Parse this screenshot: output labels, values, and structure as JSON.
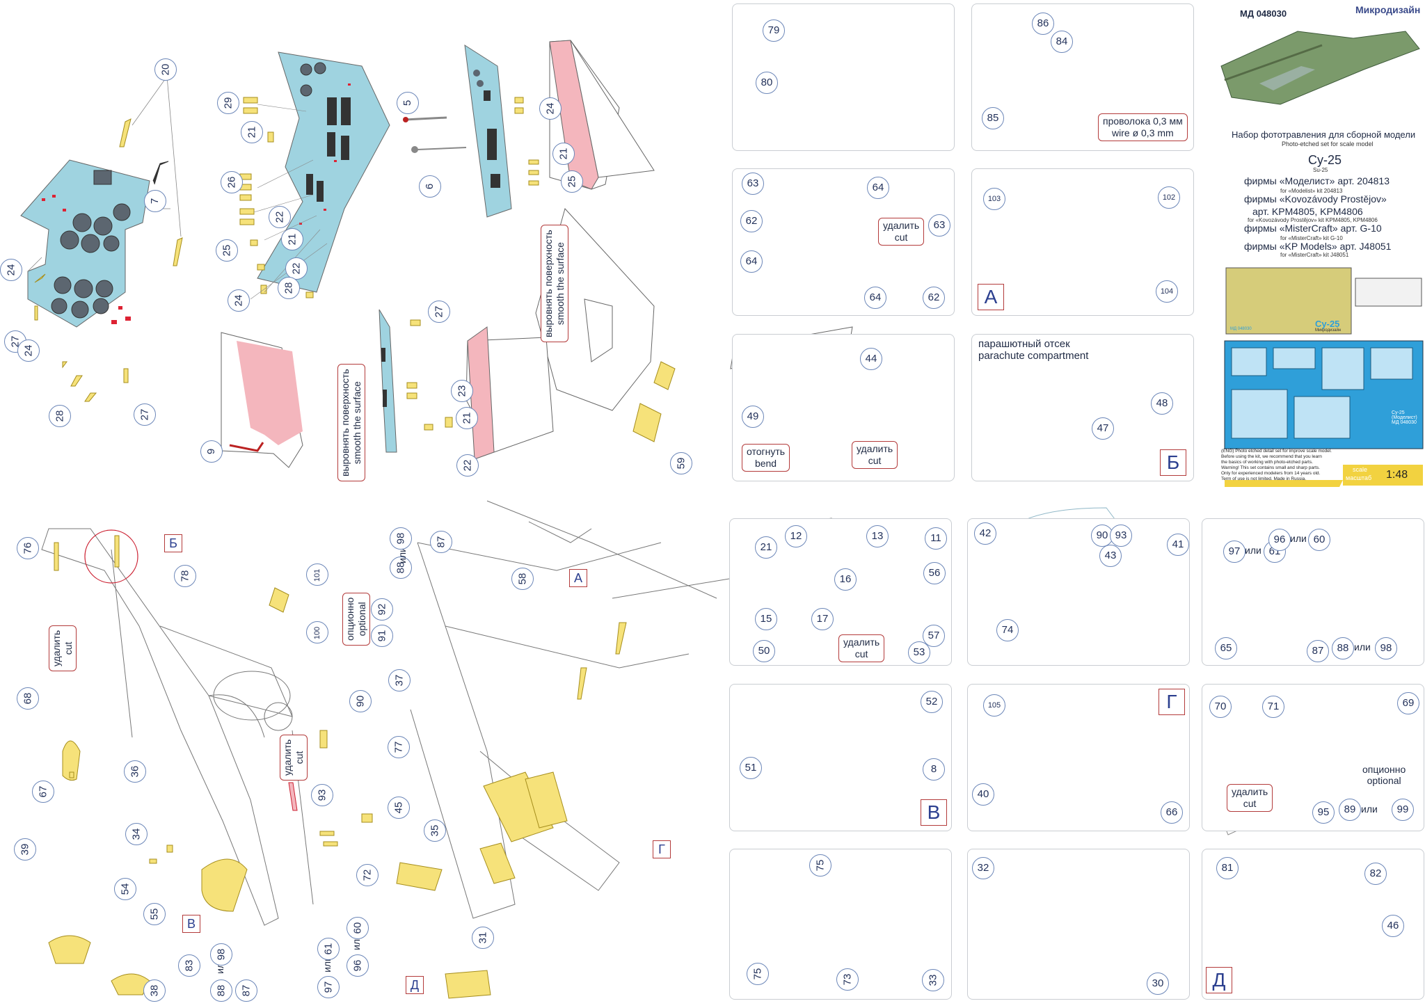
{
  "header": {
    "code": "МД 048030",
    "brand": "Микродизайн",
    "title_ru": "Набор фототравления для сборной модели",
    "title_en": "Photo-etched set for scale model",
    "model_ru": "Су-25",
    "model_en": "Su-25",
    "kits": [
      {
        "ru": "фирмы «Моделист» арт. 204813",
        "en": "for «Modelist» kit  204813"
      },
      {
        "ru": "фирмы «Kovozávody Prostějov»",
        "en": ""
      },
      {
        "ru": "арт. KPM4805, KPM4806",
        "en": "for «Kovozávody Prostějov» kit  KPM4805, KPM4806"
      },
      {
        "ru": "фирмы «MisterCraft» арт. G-10",
        "en": "for «MisterCraft» kit  G-10"
      },
      {
        "ru": "фирмы «KP Models» арт. J48051",
        "en": "for «MisterCraft» kit  J48051"
      }
    ],
    "fret_label": "Су-25",
    "fret_brand": "Микродизайн",
    "fret_code": "МД 048030",
    "fret2_label": "Су-25\n(Моделист)\nМД 048030",
    "warning": [
      "(ENG) Photo etched detail set for improve scale model.",
      "Before using the kit, we recommend that you learn",
      "the basics of working with photo-etched parts.",
      "Warning! This set contains small and sharp parts.",
      "Only for experienced modelers from 14 years old.",
      "Term of use is not limited. Made in Russia."
    ],
    "scale_label_en": "scale",
    "scale_label_ru": "масштаб",
    "scale_value": "1:48"
  },
  "notes": {
    "wire": [
      "проволока 0,3 мм",
      "wire ø 0,3 mm"
    ],
    "cut": [
      "удалить",
      "cut"
    ],
    "bend": [
      "отогнуть",
      "bend"
    ],
    "optional": [
      "опционно",
      "optional"
    ],
    "smooth": [
      "выровнять поверхность",
      "smooth the surface"
    ],
    "parachute": [
      "парашютный отсек",
      "parachute compartment"
    ],
    "or": "или"
  },
  "letters": {
    "A": "А",
    "B": "Б",
    "V": "В",
    "G": "Г",
    "D": "Д"
  },
  "colors": {
    "panel_blue": "#9fd3e0",
    "pe_yellow": "#f6e27a",
    "pink": "#f4b6bd",
    "border": "#c9cdd2",
    "accent_red": "#b33a3a"
  }
}
